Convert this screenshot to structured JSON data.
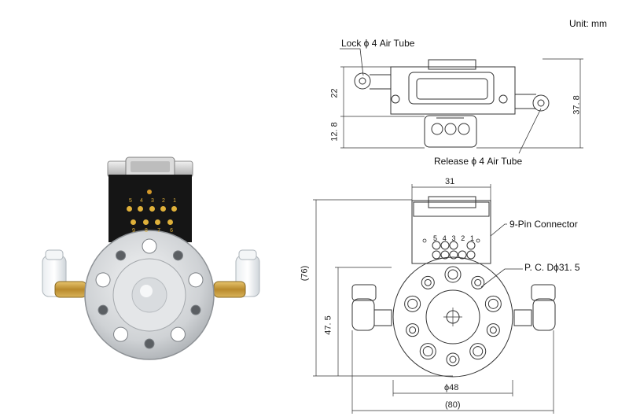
{
  "unit_label": "Unit: mm",
  "callouts": {
    "lock_tube": "Lock  ϕ 4 Air Tube",
    "release_tube": "Release  ϕ 4 Air Tube",
    "pin_connector": "9-Pin Connector",
    "pcd": "P. C. Dϕ31. 5"
  },
  "dimensions": {
    "d22": "22",
    "d12_8": "12. 8",
    "d37_8": "37. 8",
    "d31": "31",
    "d76": "(76)",
    "d47_5": "47. 5",
    "d48": "ϕ48",
    "d80": "(80)"
  },
  "pin_numbers_photo": [
    "5",
    "4",
    "3",
    "2",
    "1"
  ],
  "pin_numbers_photo_lower": [
    "9",
    "8",
    "7",
    "6"
  ],
  "pin_numbers_drawing": [
    "5",
    "4",
    "3",
    "2",
    "1"
  ],
  "colors": {
    "line": "#333333",
    "metal": "#d7d9db",
    "brass": "#c9a24a",
    "pcb": "#141414",
    "pin_gold": "#e0b13a"
  }
}
